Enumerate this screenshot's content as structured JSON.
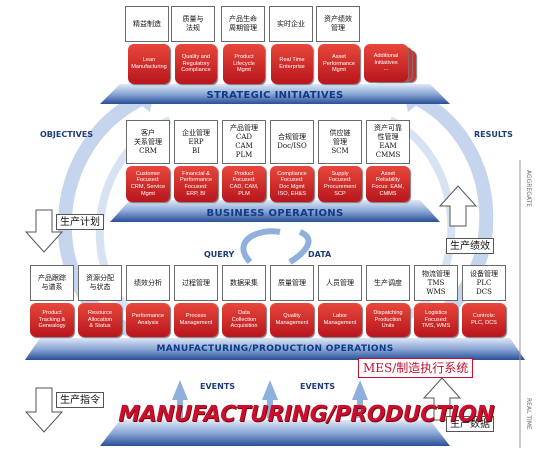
{
  "strategic": {
    "title": "STRATEGIC INITIATIVES",
    "items": [
      {
        "cn": "精益制造",
        "en": "Lean\nManufacturing"
      },
      {
        "cn": "质量与\n法规",
        "en": "Quality and\nRegulatory\nCompliance"
      },
      {
        "cn": "产品生命\n周期管理",
        "en": "Product\nLifecycle\nMgmt"
      },
      {
        "cn": "实时企业",
        "en": "Real Time\nEnterprise"
      },
      {
        "cn": "资产绩效\n管理",
        "en": "Asset\nPerformance\nMgmt"
      },
      {
        "cn": "",
        "en": "Additional\nInitiatives\n..."
      }
    ]
  },
  "business": {
    "title": "BUSINESS OPERATIONS",
    "items": [
      {
        "cn": "客户\n关系管理\nCRM",
        "en": "Customer\nFocused:\nCRM, Service\nMgmt"
      },
      {
        "cn": "企业管理\nERP\nBI",
        "en": "Financial &\nPerformance\nFocused:\nERP, BI"
      },
      {
        "cn": "产品管理\nCAD\nCAM\nPLM",
        "en": "Product\nFocused:\nCAD, CAM,\nPLM"
      },
      {
        "cn": "合规管理\nDoc/ISO",
        "en": "Compliance\nFocused:\nDoc Mgmt\nISO, EH&S"
      },
      {
        "cn": "供应链\n管理\nSCM",
        "en": "Supply\nFocused:\nProcurement\nSCP"
      },
      {
        "cn": "资产可靠\n性管理\nEAM\nCMMS",
        "en": "Asset\nReliability\nFocus: EAM,\nCMMS"
      }
    ]
  },
  "mfg_ops": {
    "title": "MANUFACTURING/PRODUCTION OPERATIONS",
    "items": [
      {
        "cn": "产品跟踪\n与谱系",
        "en": "Product\nTracking &\nGenealogy"
      },
      {
        "cn": "资源分配\n与状态",
        "en": "Resource\nAllocation\n& Status"
      },
      {
        "cn": "绩效分析",
        "en": "Performance\nAnalysis"
      },
      {
        "cn": "过程管理",
        "en": "Process\nManagement"
      },
      {
        "cn": "数据采集",
        "en": "Data\nCollection\nAcquisition"
      },
      {
        "cn": "质量管理",
        "en": "Quality\nManagement"
      },
      {
        "cn": "人员管理",
        "en": "Labor\nManagement"
      },
      {
        "cn": "生产调度",
        "en": "Dispatching\nProduction\nUnits"
      },
      {
        "cn": "物流管理\nTMS\nWMS",
        "en": "Logistics\nFocused:\nTMS, WMS"
      },
      {
        "cn": "设备管理\nPLC\nDCS",
        "en": "Controls:\nPLC, DCS"
      }
    ]
  },
  "labels": {
    "objectives": "OBJECTIVES",
    "results": "RESULTS",
    "query": "QUERY",
    "data": "DATA",
    "events_left": "EVENTS",
    "events_right": "EVENTS",
    "aggregate": "AGGREGATE",
    "real_time": "REAL TIME",
    "plan": "生产计划",
    "performance": "生产绩效",
    "instruction": "生产指令",
    "production_data": "生产数据",
    "mes": "MES/制造执行系统",
    "manufacturing": "MANUFACTURING/PRODUCTION"
  },
  "colors": {
    "band_blue": "#1e4a9a",
    "pill_red": "#c8161d",
    "text_red": "#c8102e",
    "arrow_light": "#c9d8ee"
  }
}
